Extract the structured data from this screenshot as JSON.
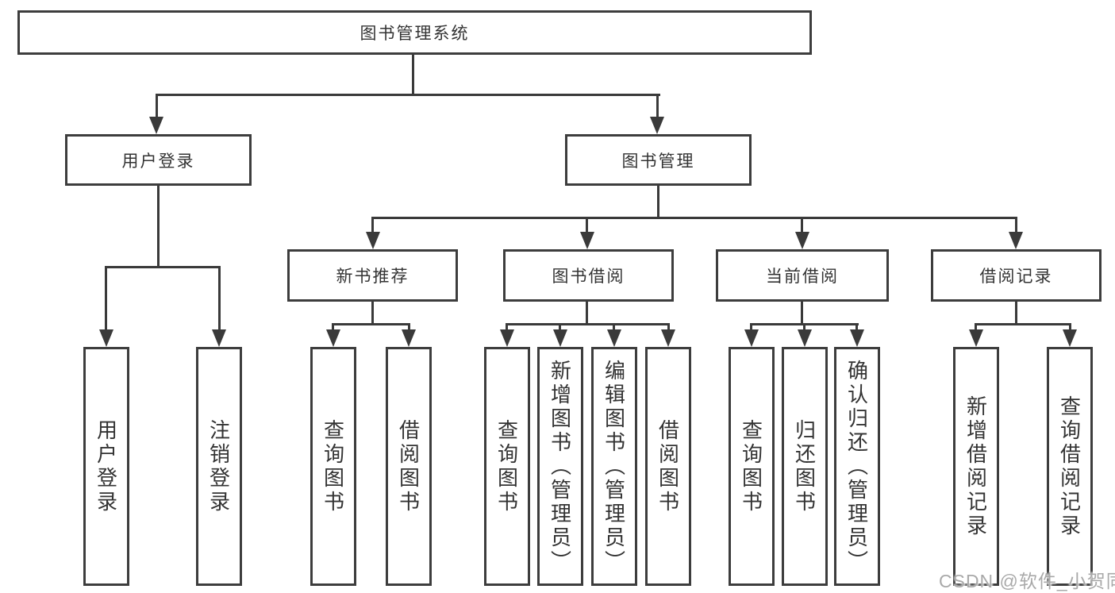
{
  "tree": {
    "label": "图书管理系统",
    "children": [
      {
        "label": "用户登录",
        "children": [
          {
            "label": "用户登录"
          },
          {
            "label": "注销登录"
          }
        ]
      },
      {
        "label": "图书管理",
        "children": [
          {
            "label": "新书推荐",
            "children": [
              {
                "label": "查询图书"
              },
              {
                "label": "借阅图书"
              }
            ]
          },
          {
            "label": "图书借阅",
            "children": [
              {
                "label": "查询图书"
              },
              {
                "label": "新增图书（管理员）"
              },
              {
                "label": "编辑图书（管理员）"
              },
              {
                "label": "借阅图书"
              }
            ]
          },
          {
            "label": "当前借阅",
            "children": [
              {
                "label": "查询图书"
              },
              {
                "label": "归还图书"
              },
              {
                "label": "确认归还（管理员）"
              }
            ]
          },
          {
            "label": "借阅记录",
            "children": [
              {
                "label": "新增借阅记录"
              },
              {
                "label": "查询借阅记录"
              }
            ]
          }
        ]
      }
    ]
  },
  "watermark": {
    "text": "CSDN @软件_小贺同学"
  },
  "colors": {
    "background": "#ffffff",
    "box_border": "#3d3d3d",
    "connector": "#3a3a3a",
    "text": "#333333",
    "watermark": "#a9a9a9"
  }
}
